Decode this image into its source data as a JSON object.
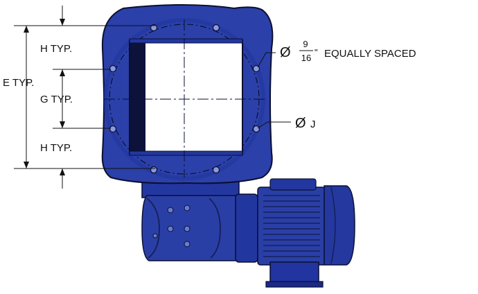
{
  "dimensions": {
    "h_top": "H TYP.",
    "g_mid": "G TYP.",
    "h_bottom": "H TYP.",
    "e_total": "E TYP.",
    "bolt_hole_symbol": "Ø",
    "bolt_hole_numerator": "9",
    "bolt_hole_denominator": "16",
    "bolt_hole_unit": "\"",
    "bolt_hole_note": "EQUALLY SPACED",
    "bolt_circle_symbol": "Ø",
    "bolt_circle_label": "J"
  },
  "colors": {
    "housing_blue": "#2b40a8",
    "housing_dark": "#1a2570",
    "opening": "#ffffff",
    "outline": "#0a0f30"
  }
}
